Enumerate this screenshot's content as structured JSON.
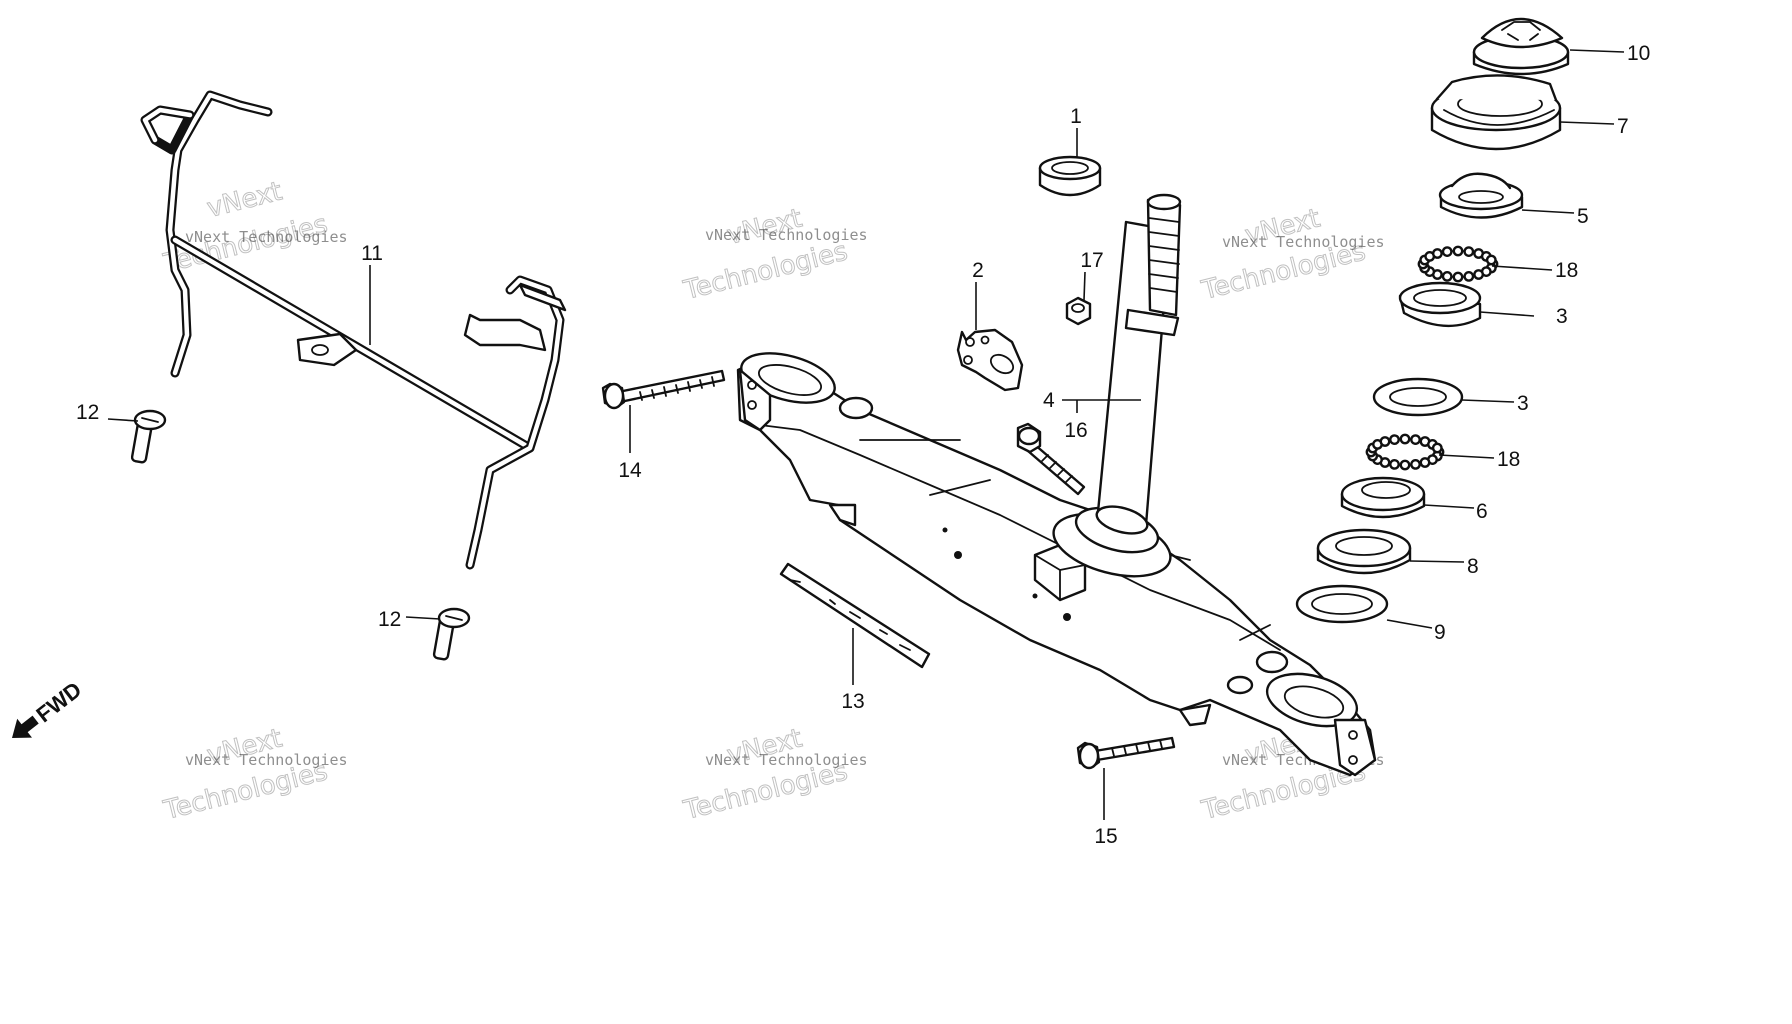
{
  "diagram": {
    "callouts": [
      {
        "id": "c1",
        "label": "1"
      },
      {
        "id": "c2",
        "label": "2"
      },
      {
        "id": "c3a",
        "label": "3"
      },
      {
        "id": "c3b",
        "label": "3"
      },
      {
        "id": "c4",
        "label": "4"
      },
      {
        "id": "c5",
        "label": "5"
      },
      {
        "id": "c6",
        "label": "6"
      },
      {
        "id": "c7",
        "label": "7"
      },
      {
        "id": "c8",
        "label": "8"
      },
      {
        "id": "c9",
        "label": "9"
      },
      {
        "id": "c10",
        "label": "10"
      },
      {
        "id": "c11",
        "label": "11"
      },
      {
        "id": "c12a",
        "label": "12"
      },
      {
        "id": "c12b",
        "label": "12"
      },
      {
        "id": "c13",
        "label": "13"
      },
      {
        "id": "c14",
        "label": "14"
      },
      {
        "id": "c15",
        "label": "15"
      },
      {
        "id": "c16",
        "label": "16"
      },
      {
        "id": "c17",
        "label": "17"
      },
      {
        "id": "c18a",
        "label": "18"
      },
      {
        "id": "c18b",
        "label": "18"
      }
    ],
    "direction_label": "FWD",
    "watermark": {
      "line1": "vNext Technologies",
      "line2a": "vNext",
      "line2b": "Technologies"
    }
  }
}
